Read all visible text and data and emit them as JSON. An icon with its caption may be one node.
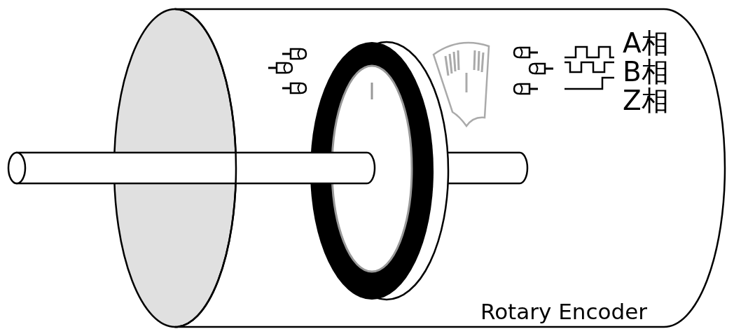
{
  "diagram": {
    "labels": [
      "A相",
      "B相",
      "Z相",
      "Rotary Encoder"
    ]
  }
}
